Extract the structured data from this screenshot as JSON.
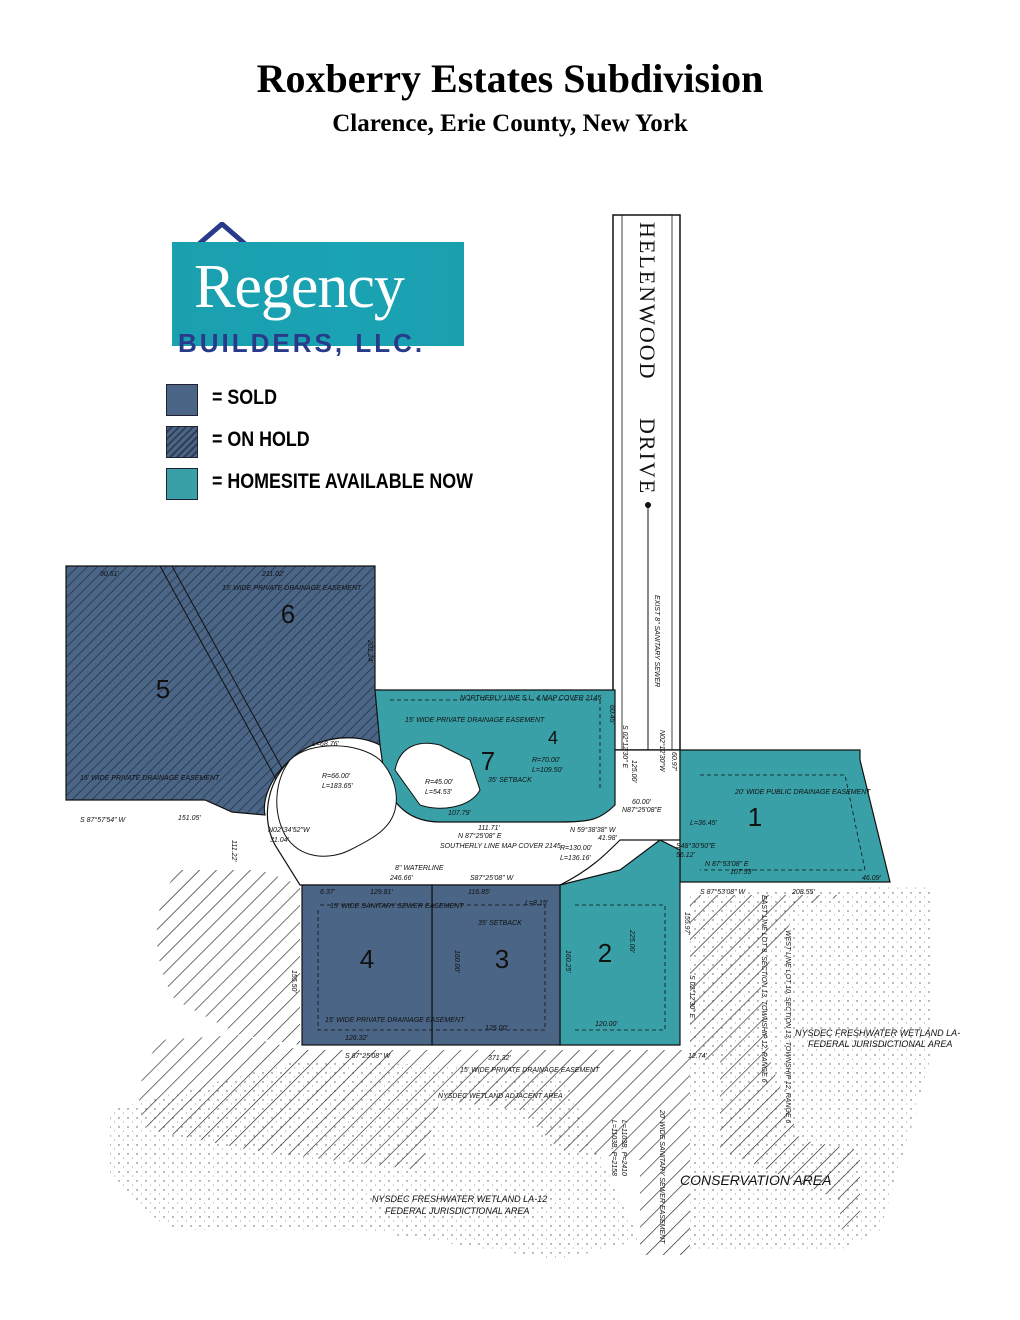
{
  "header": {
    "title": "Roxberry Estates Subdivision",
    "subtitle": "Clarence, Erie County, New York"
  },
  "logo": {
    "word": "Regency",
    "sub": "BUILDERS, LLC.",
    "colors": {
      "teal": "#1a9fae",
      "navy": "#2a3a8a",
      "white": "#ffffff"
    }
  },
  "legend": [
    {
      "status": "sold",
      "label": "= SOLD",
      "color": "#4a6585"
    },
    {
      "status": "on-hold",
      "label": "= ON HOLD",
      "color": "#4a6585"
    },
    {
      "status": "available",
      "label": "= HOMESITE AVAILABLE NOW",
      "color": "#3aa0a8"
    }
  ],
  "colors": {
    "sold": "#4a6585",
    "available": "#3aa0a8",
    "line": "#111111"
  },
  "map": {
    "road_name_1": "HELENWOOD",
    "road_name_2": "DRIVE",
    "lots": [
      {
        "id": "1",
        "status": "available"
      },
      {
        "id": "2",
        "status": "available"
      },
      {
        "id": "3",
        "status": "sold"
      },
      {
        "id": "4",
        "status": "sold"
      },
      {
        "id": "4-north",
        "label": "4",
        "status": "available"
      },
      {
        "id": "5",
        "status": "on-hold"
      },
      {
        "id": "6",
        "status": "on-hold"
      },
      {
        "id": "7",
        "status": "available"
      }
    ],
    "labels": {
      "wetland_la": "NYSDEC FRESHWATER WETLAND LA-",
      "wetland_fed": "FEDERAL JURISDICTIONAL AREA",
      "wetland_la12": "NYSDEC FRESHWATER WETLAND LA-12",
      "wetland_fed2": "FEDERAL JURISDICTIONAL AREA",
      "conservation": "CONSERVATION AREA",
      "adjacent": "NYSDEC WETLAND ADJACENT AREA",
      "waterline": "8\" WATERLINE",
      "drainage": "15' WIDE PRIVATE DRAINAGE EASEMENT",
      "setback": "35' SETBACK",
      "sewer": "EXIST 8\" SANITARY SEWER",
      "southerly": "SOUTHERLY LINE MAP COVER 2145",
      "northerly": "NORTHERLY LINE S.L. 4 MAP COVER 2145",
      "public_drainage": "20' WIDE PUBLIC DRAINAGE EASEMENT",
      "b_s87_57": "S 87°57'54\" W",
      "b_151": "151.05'",
      "b_211": "211.02'",
      "b_9051": "90.51'",
      "b_20124": "201.24'",
      "b_6885": "L=68.76'",
      "b_r66": "R=66.00'",
      "b_l183": "L=183.65'",
      "b_111": "111.71'",
      "b_n87": "N 87°25'08\" E",
      "b_24666": "246.66'",
      "b_s87_25": "S87°25'08\" W",
      "b_12981": "129.81'",
      "b_11685": "116.85'",
      "b_12632": "126.32'",
      "b_125": "125.00'",
      "b_120": "120.00'",
      "b_37132": "371.32'",
      "b_s87_25b": "S 87°25'08\" W",
      "b_r70": "R=70.00'",
      "b_l109": "L=109.50'",
      "b_r45": "R=45.00'",
      "b_l54": "L=54.53'",
      "b_r130": "R=130.00'",
      "b_l136": "L=136.16'",
      "b_6045": "60.45'",
      "b_6000": "60.00'",
      "b_6097": "60.97'",
      "b_s87_53": "S 87°53'08\" W",
      "b_20855": "208.55'",
      "b_n87_53": "N 87°53'08\" E",
      "b_s02_12": "S 02°12'30\" E",
      "b_15597": "155.97'",
      "b_1274": "12.74'",
      "b_4609": "46.09'",
      "b_s48": "S48°30'50\"E",
      "b_n87b": "N87°25'08\"E",
      "b_12500b": "125.00'",
      "b_n02_12": "N02°12'30\"W",
      "b_16025": "160.25'",
      "b_16000": "160.00'",
      "b_15550": "155.50'",
      "b_n02_34": "N02°34'52\"W",
      "b_3104": "31.04'",
      "b_11122": "111.22'",
      "b_637": "6.37'",
      "b_l815": "L=8.15'",
      "b_l3645": "L=36.45'",
      "b_5612": "56.12'",
      "b_22500": "225.00'",
      "b_10753": "107.53'",
      "b_10779": "107.79'",
      "b_n59": "N 59°38'38\" W",
      "b_4198": "41.98'",
      "east_line": "EAST LINE LOT 8, SECTION 13, TOWNSHIP 12, RANGE 6",
      "west_line": "WEST LINE LOT 10, SECTION 13, TOWNSHIP 12, RANGE 6",
      "sanitary_easement": "15' WIDE SANITARY SEWER EASEMENT",
      "sanitary_sewer_e": "20' WIDE SANITARY SEWER EASEMENT",
      "l11038": "L=1103B, P=2410",
      "l11038b": "L=1103B, P=2158"
    }
  }
}
